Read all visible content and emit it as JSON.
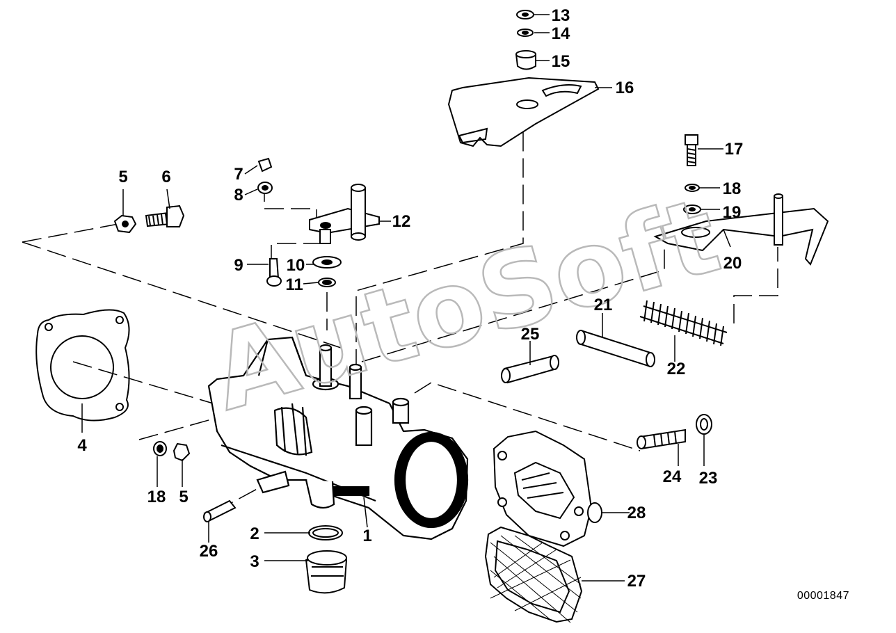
{
  "watermark": "AutoSoft",
  "document_number": "00001847",
  "callouts": {
    "c1": "1",
    "c2": "2",
    "c3": "3",
    "c4": "4",
    "c5a": "5",
    "c5b": "5",
    "c6": "6",
    "c7": "7",
    "c8": "8",
    "c9": "9",
    "c10": "10",
    "c11": "11",
    "c12": "12",
    "c13": "13",
    "c14": "14",
    "c15": "15",
    "c16": "16",
    "c17": "17",
    "c18a": "18",
    "c18b": "18",
    "c19": "19",
    "c20": "20",
    "c21": "21",
    "c22": "22",
    "c23": "23",
    "c24": "24",
    "c25": "25",
    "c26": "26",
    "c27": "27",
    "c28": "28"
  }
}
